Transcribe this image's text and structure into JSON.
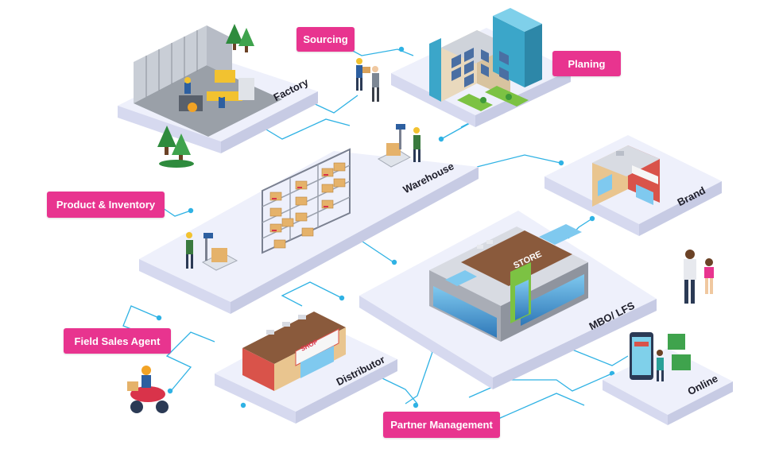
{
  "diagram": {
    "nodes": {
      "factory": "Factory",
      "warehouse": "Warehouse",
      "brand": "Brand",
      "mbo_lfs": "MBO/ LFS",
      "distributor": "Distributor",
      "online": "Online"
    },
    "tags": {
      "sourcing": "Sourcing",
      "planing": "Planing",
      "product_inventory": "Product & Inventory",
      "field_sales_agent": "Field Sales Agent",
      "partner_management": "Partner Management"
    },
    "building_signs": {
      "store": "STORE",
      "shop": "SHOP"
    },
    "colors": {
      "tag": "#e8348f",
      "connector": "#2fb2e4",
      "platform_top": "#eef0fb",
      "platform_side": "#c7cbe4"
    }
  }
}
